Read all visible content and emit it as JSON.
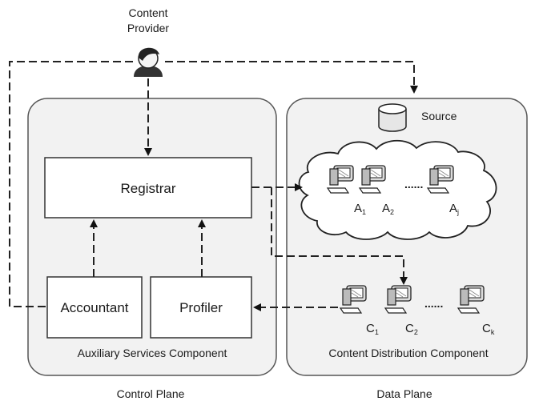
{
  "content_provider": {
    "line1": "Content",
    "line2": "Provider"
  },
  "components": {
    "registrar": "Registrar",
    "accountant": "Accountant",
    "profiler": "Profiler",
    "source": "Source",
    "auxiliary": "Auxiliary Services Component",
    "distribution": "Content Distribution Component"
  },
  "planes": {
    "control": "Control Plane",
    "data": "Data Plane"
  },
  "nodes": {
    "a1": {
      "base": "A",
      "sub": "1"
    },
    "a2": {
      "base": "A",
      "sub": "2"
    },
    "aj": {
      "base": "A",
      "sub": "j"
    },
    "c1": {
      "base": "C",
      "sub": "1"
    },
    "c2": {
      "base": "C",
      "sub": "2"
    },
    "ck": {
      "base": "C",
      "sub": "k"
    }
  },
  "ellipsis": "......",
  "colors": {
    "panel": "#f2f2f2",
    "stroke": "#222222",
    "box": "#ffffff"
  },
  "icons": [
    "person-icon",
    "database-icon",
    "computer-icon",
    "cloud-icon"
  ]
}
